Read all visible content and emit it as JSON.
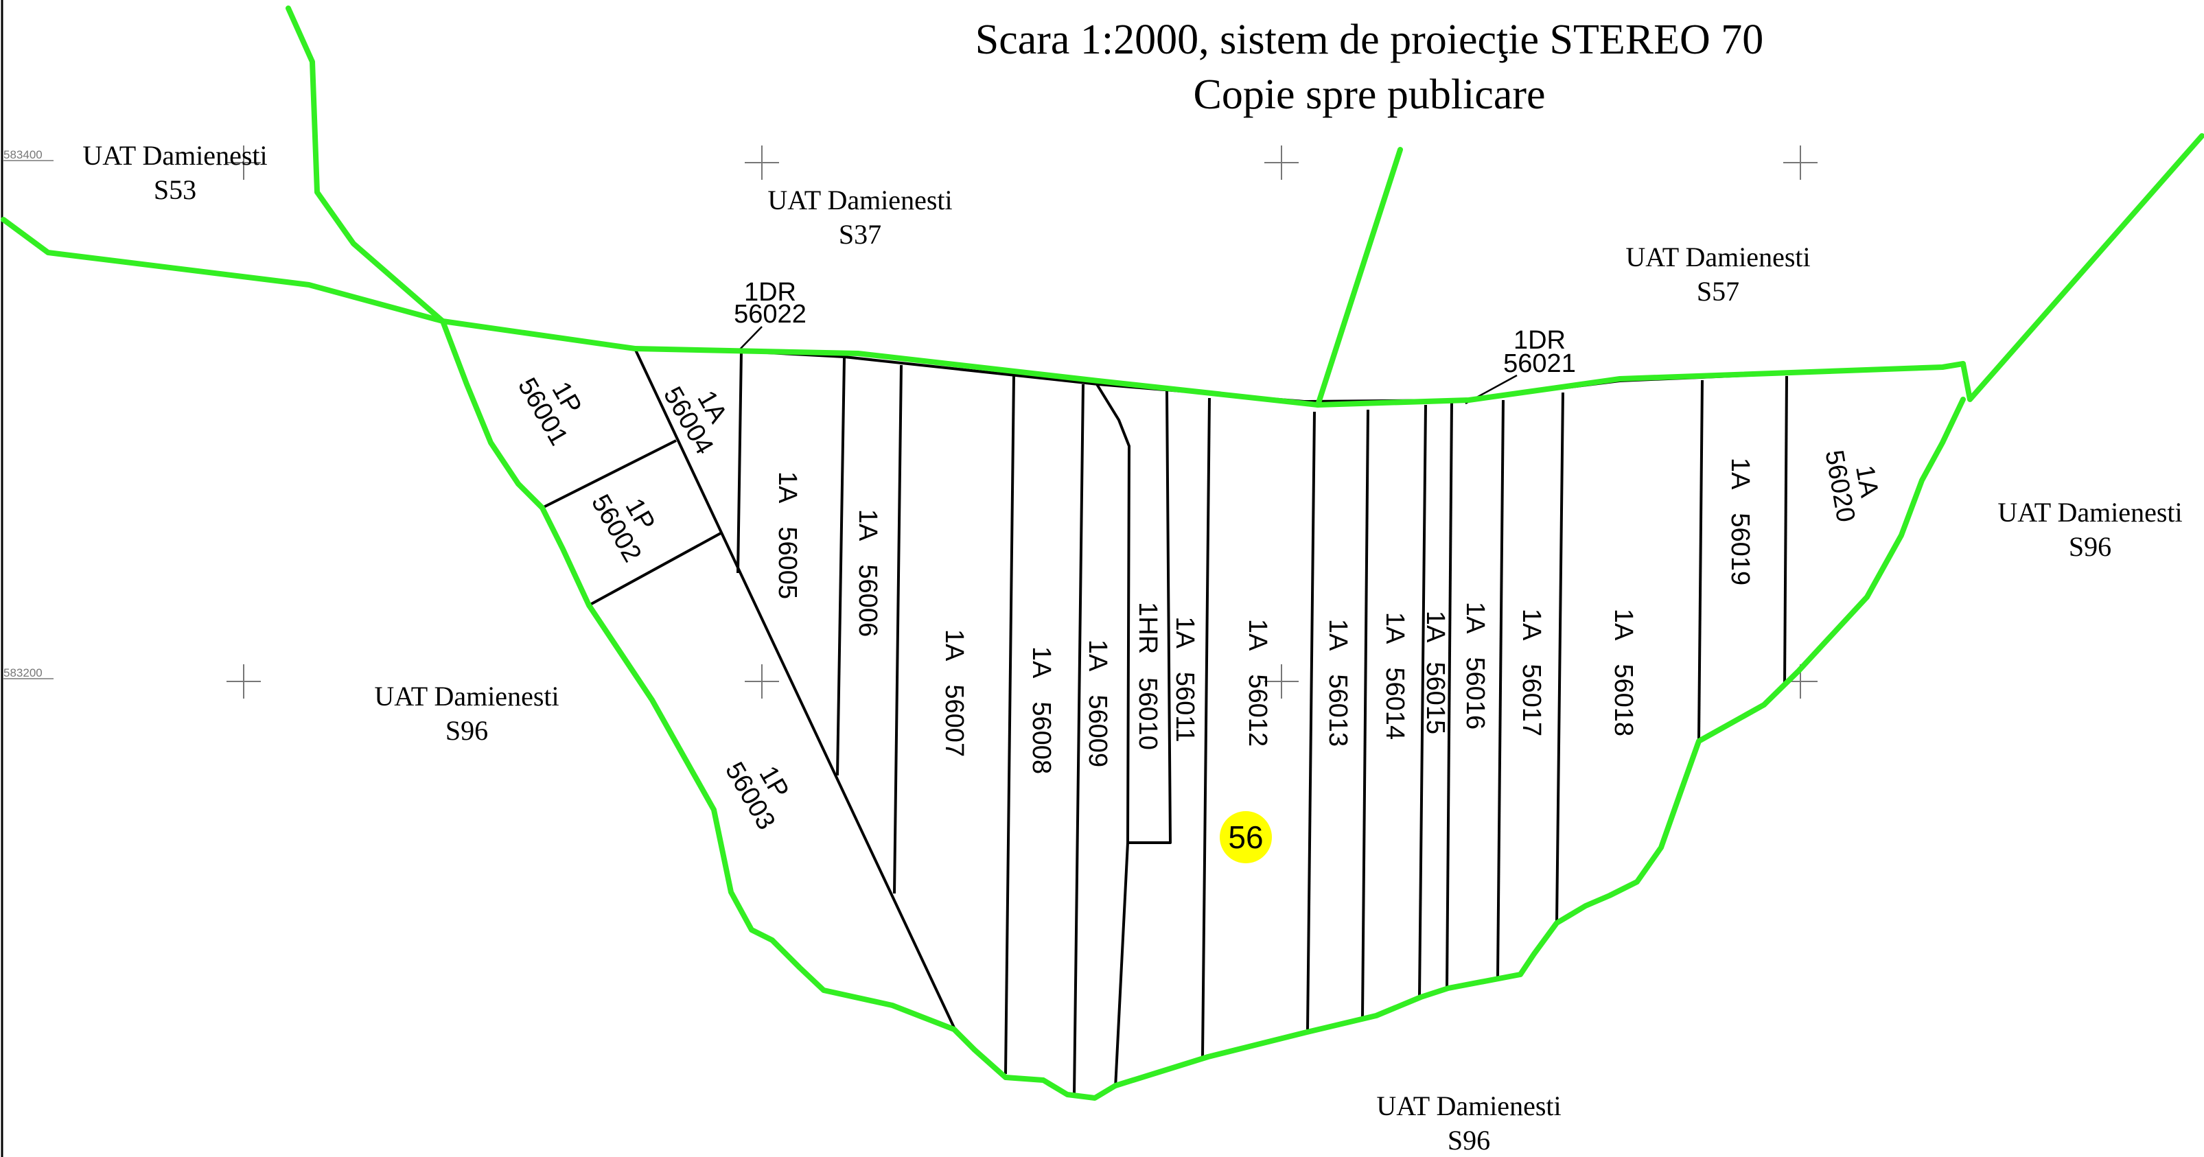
{
  "title": {
    "line1": "Scara 1:2000, sistem de proiecţie STEREO 70",
    "line2": "Copie spre publicare"
  },
  "coordinates": {
    "y_top": "583400",
    "y_bottom": "583200"
  },
  "uat_labels": [
    {
      "name": "UAT Damienesti",
      "sector": "S53"
    },
    {
      "name": "UAT Damienesti",
      "sector": "S37"
    },
    {
      "name": "UAT Damienesti",
      "sector": "S57"
    },
    {
      "name": "UAT Damienesti",
      "sector": "S96"
    },
    {
      "name": "UAT Damienesti",
      "sector": "S96"
    },
    {
      "name": "UAT Damienesti",
      "sector": "S96"
    }
  ],
  "parcels": [
    {
      "use": "1P",
      "id": "56001"
    },
    {
      "use": "1P",
      "id": "56002"
    },
    {
      "use": "1P",
      "id": "56003"
    },
    {
      "use": "1A",
      "id": "56004"
    },
    {
      "use": "1A",
      "id": "56005"
    },
    {
      "use": "1A",
      "id": "56006"
    },
    {
      "use": "1A",
      "id": "56007"
    },
    {
      "use": "1A",
      "id": "56008"
    },
    {
      "use": "1A",
      "id": "56009"
    },
    {
      "use": "1HR",
      "id": "56010"
    },
    {
      "use": "1A",
      "id": "56011"
    },
    {
      "use": "1A",
      "id": "56012"
    },
    {
      "use": "1A",
      "id": "56013"
    },
    {
      "use": "1A",
      "id": "56014"
    },
    {
      "use": "1A",
      "id": "56015"
    },
    {
      "use": "1A",
      "id": "56016"
    },
    {
      "use": "1A",
      "id": "56017"
    },
    {
      "use": "1A",
      "id": "56018"
    },
    {
      "use": "1A",
      "id": "56019"
    },
    {
      "use": "1A",
      "id": "56020"
    },
    {
      "use": "1DR",
      "id": "56021"
    },
    {
      "use": "1DR",
      "id": "56022"
    }
  ],
  "sector_badge": {
    "number": "56",
    "color": "#ffff00"
  },
  "colors": {
    "boundary": "#33ee22",
    "parcel_line": "#000000",
    "grid_cross": "#777777"
  }
}
